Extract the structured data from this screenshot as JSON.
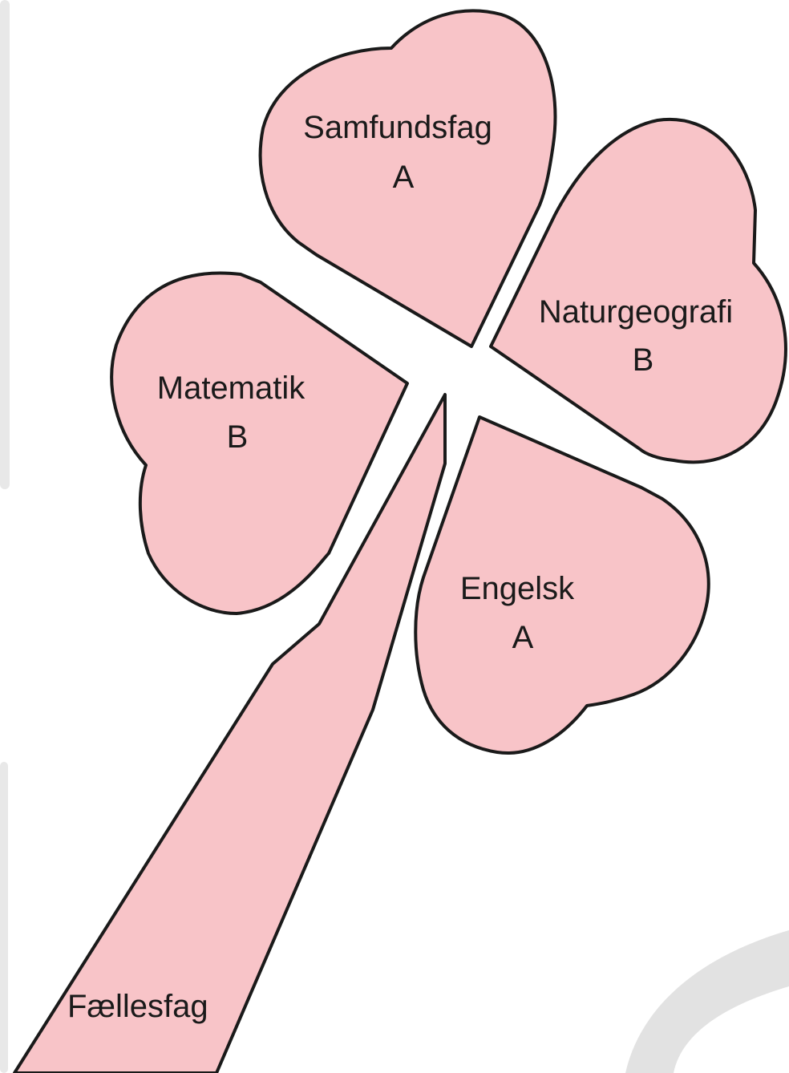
{
  "colors": {
    "leaf_fill": "#f8c4c8",
    "outline": "#1a1a1a",
    "background_band": "#e8e8e8",
    "background_arc": "#e2e2e2"
  },
  "leaves": [
    {
      "id": "samfundsfag",
      "name": "Samfundsfag",
      "level": "A"
    },
    {
      "id": "naturgeografi",
      "name": "Naturgeografi",
      "level": "B"
    },
    {
      "id": "matematik",
      "name": "Matematik",
      "level": "B"
    },
    {
      "id": "engelsk",
      "name": "Engelsk",
      "level": "A"
    }
  ],
  "stem": {
    "label": "Fællesfag"
  }
}
